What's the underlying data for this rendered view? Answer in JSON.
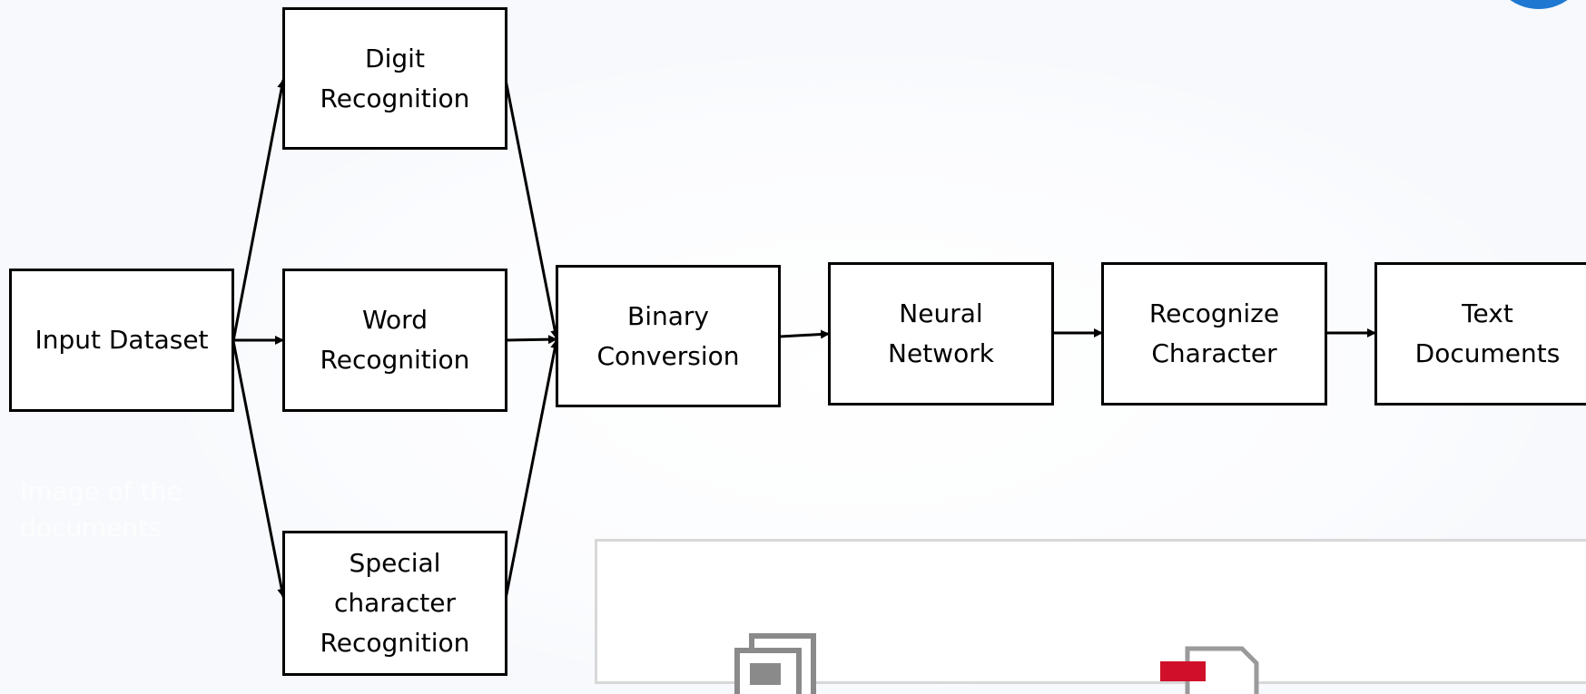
{
  "diagram": {
    "nodes": {
      "input": "Input Dataset",
      "digit": "Digit\nRecognition",
      "word": "Word\nRecognition",
      "special": "Special\ncharacter\nRecognition",
      "binary": "Binary\nConversion",
      "neural": "Neural\nNetwork",
      "recognize": "Recognize\nCharacter",
      "text_docs": "Text\nDocuments"
    },
    "edges": [
      [
        "input",
        "digit"
      ],
      [
        "input",
        "word"
      ],
      [
        "input",
        "special"
      ],
      [
        "digit",
        "binary"
      ],
      [
        "word",
        "binary"
      ],
      [
        "special",
        "binary"
      ],
      [
        "binary",
        "neural"
      ],
      [
        "neural",
        "recognize"
      ],
      [
        "recognize",
        "text_docs"
      ]
    ]
  },
  "background_caption": "Image of the\ndocuments",
  "icons": [
    "document-copy-icon",
    "pdf-file-icon"
  ],
  "colors": {
    "title_blue": "#1e78d2",
    "pdf_red": "#d0102a"
  }
}
